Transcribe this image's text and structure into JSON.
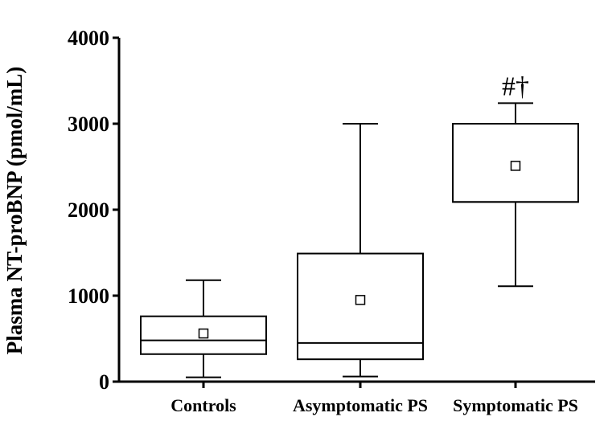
{
  "chart_data": {
    "type": "box",
    "ylabel": "Plasma NT-proBNP (pmol/mL)",
    "xlabel": "",
    "ylim": [
      0,
      4000
    ],
    "yticks": [
      0,
      1000,
      2000,
      3000,
      4000
    ],
    "ytick_labels": [
      "0",
      "1000",
      "2000",
      "3000",
      "4000"
    ],
    "categories": [
      "Controls",
      "Asymptomatic PS",
      "Symptomatic PS"
    ],
    "boxes": [
      {
        "category": "Controls",
        "whisker_low": 50,
        "q1": 320,
        "median": 480,
        "q3": 760,
        "whisker_high": 1180,
        "mean": 560
      },
      {
        "category": "Asymptomatic PS",
        "whisker_low": 60,
        "q1": 260,
        "median": 450,
        "q3": 1490,
        "whisker_high": 3000,
        "mean": 950
      },
      {
        "category": "Symptomatic PS",
        "whisker_low": 1110,
        "q1": 2090,
        "median": 2090,
        "q3": 3000,
        "whisker_high": 3240,
        "mean": 2510,
        "annotation": "#†"
      }
    ],
    "grid": false,
    "legend": "none"
  }
}
